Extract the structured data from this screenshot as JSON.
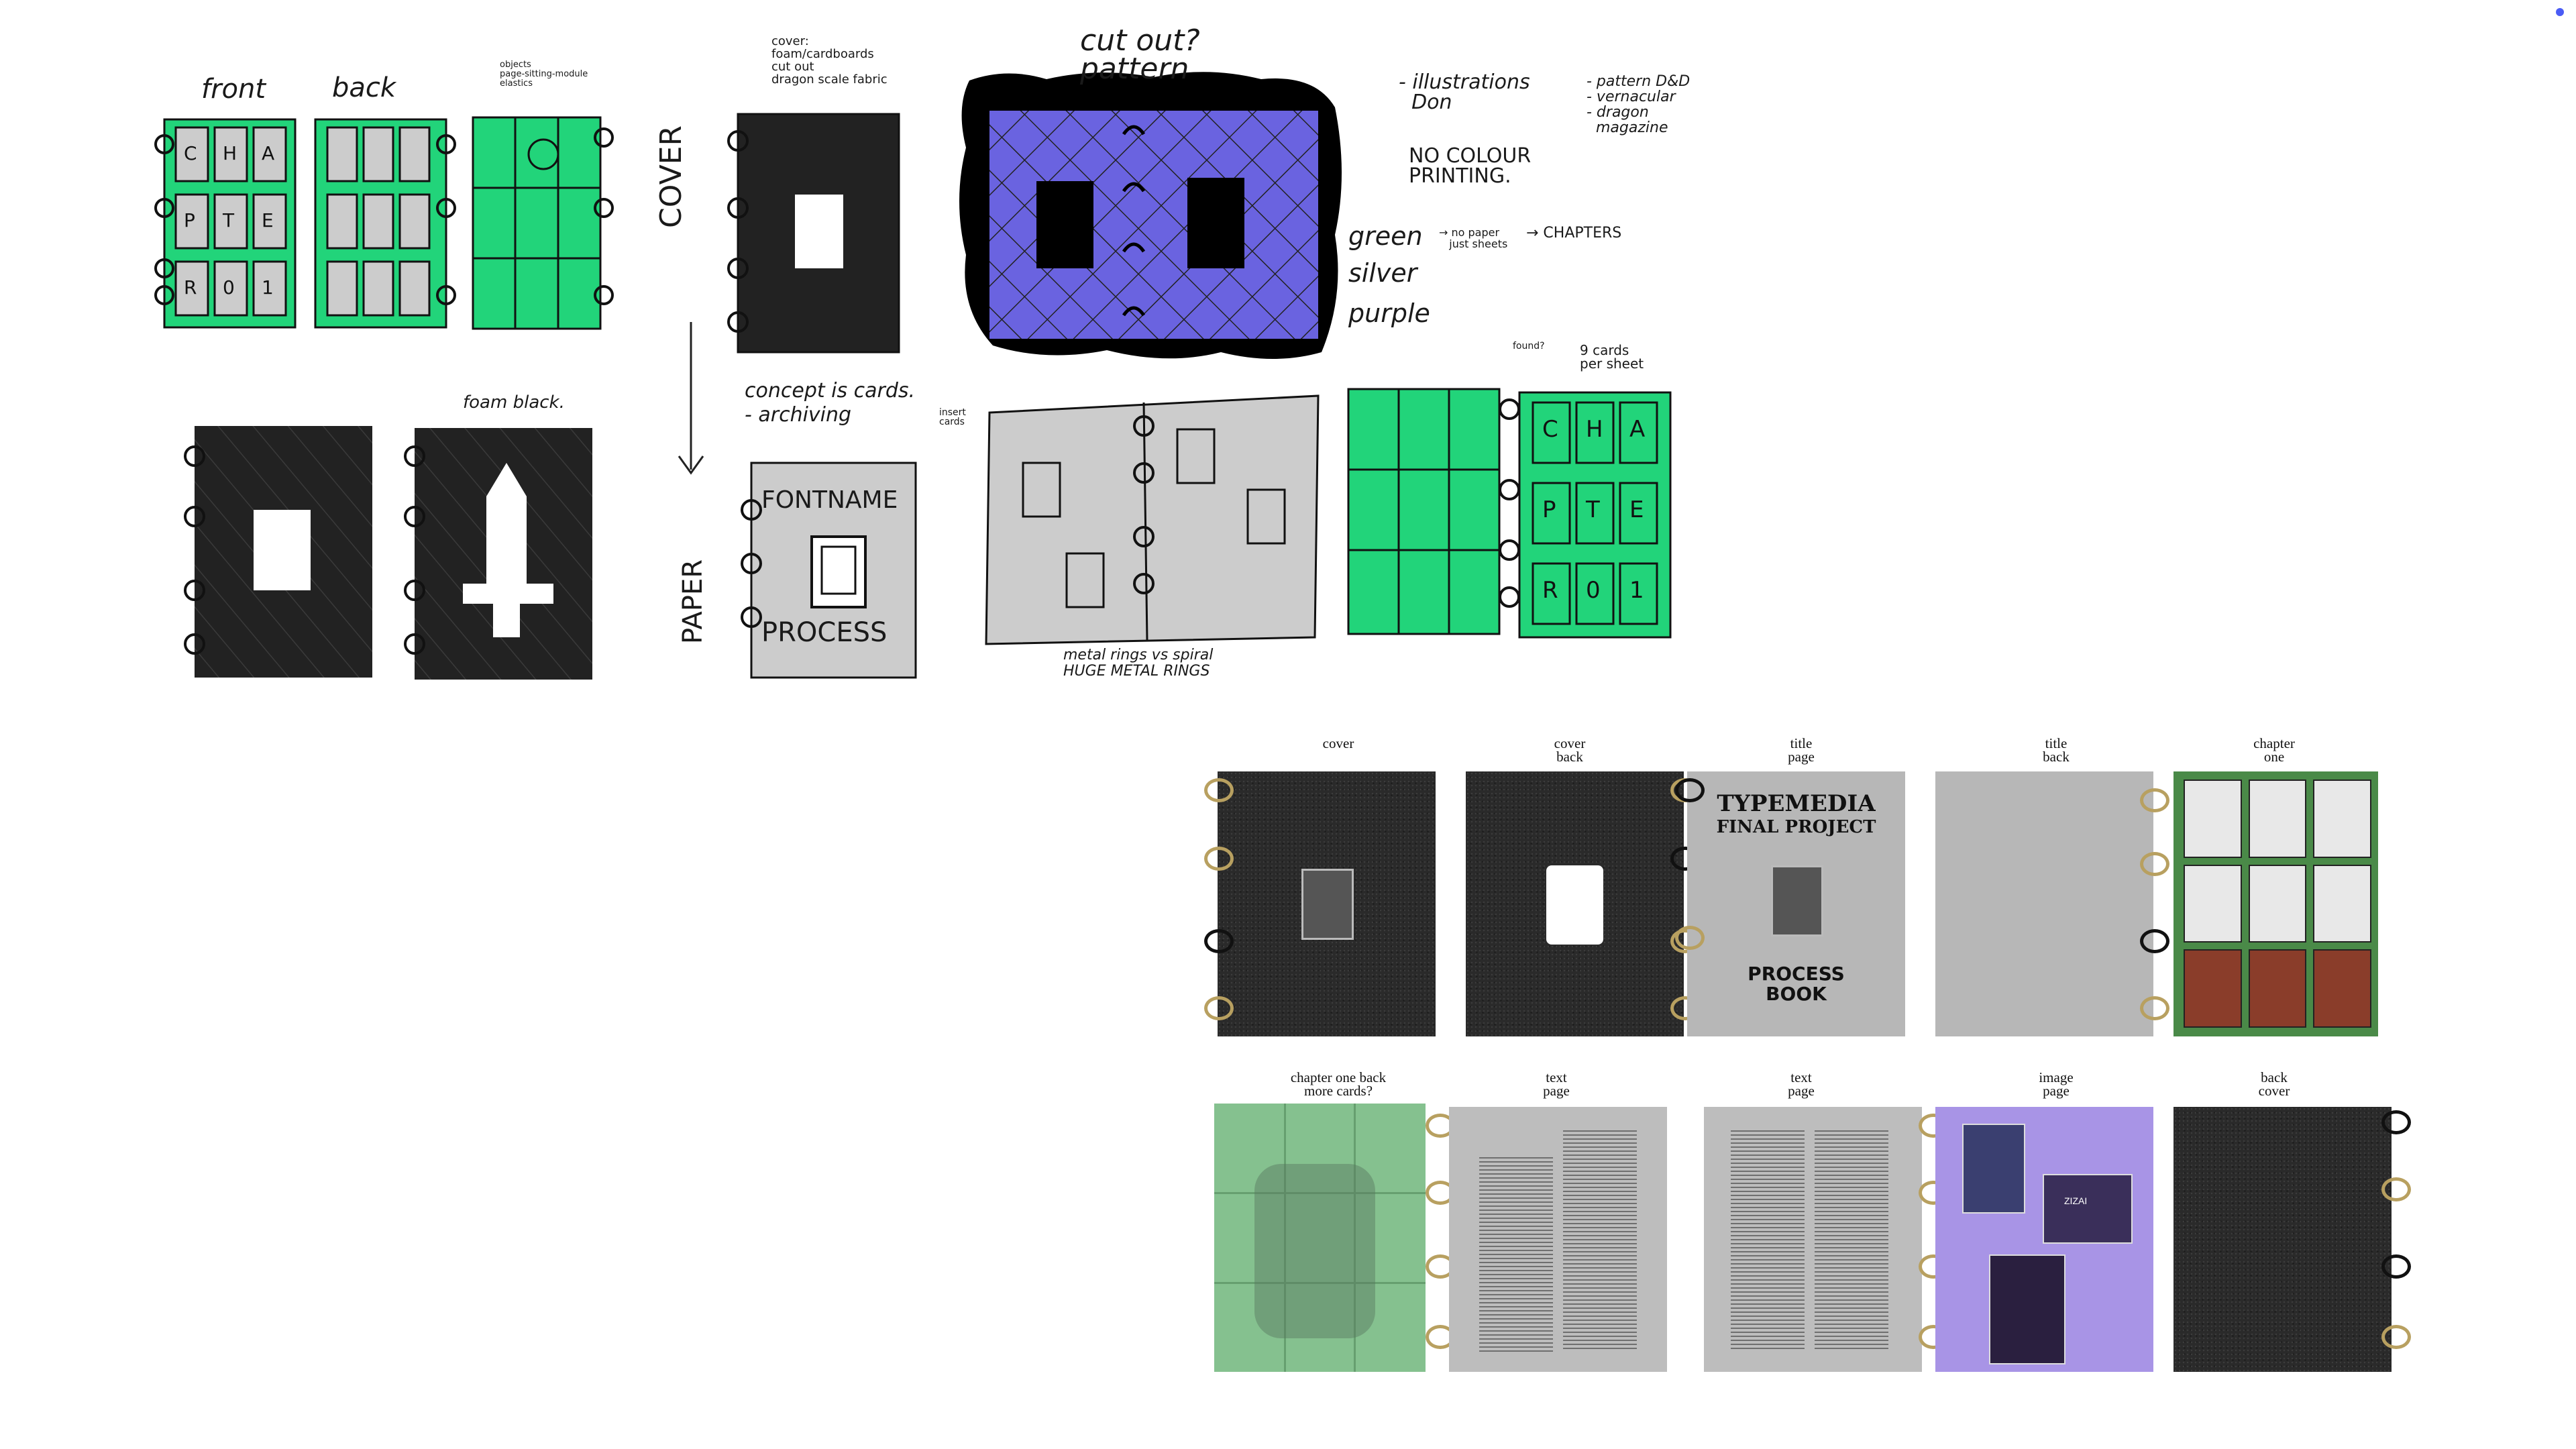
{
  "app": {
    "indicator": "status-dot"
  },
  "sketches": {
    "top_labels": {
      "front": "front",
      "back": "back",
      "objects": "objects\npage-sitting-module\nelastics"
    },
    "cover_note": "cover:\nfoam/cardboards\ncut out\ndragon scale fabric",
    "cut_out": "cut out?\npattern",
    "illustrations": "- illustrations\n  Don",
    "no_colour": "NO COLOUR\nPRINTING.",
    "pattern_list": "- pattern D&D\n- vernacular\n- dragon\n  magazine",
    "colors": {
      "green": "green",
      "silver": "silver",
      "purple": "purple",
      "green_note": "→ no paper\n   just sheets",
      "chapters": "→ CHAPTERS"
    },
    "cover_vertical": "COVER",
    "paper_vertical": "PAPER",
    "foam_black": "foam black.",
    "concept": "concept is cards.\n- archiving",
    "fontname": "FONTNAME",
    "process": "PROCESS",
    "insert_cards": "insert\ncards",
    "metal_rings": "metal rings vs spiral\nHUGE METAL RINGS",
    "found": "found?",
    "nine_cards": "9 cards\nper sheet",
    "chapter_letters": [
      "C",
      "H",
      "A",
      "P",
      "T",
      "E",
      "R",
      "0",
      "1"
    ]
  },
  "mockups": {
    "row1": [
      {
        "label_lines": [
          "cover"
        ]
      },
      {
        "label_lines": [
          "cover",
          "back"
        ]
      },
      {
        "label_lines": [
          "title",
          "page"
        ]
      },
      {
        "label_lines": [
          "title",
          "back"
        ]
      },
      {
        "label_lines": [
          "chapter",
          "one"
        ]
      }
    ],
    "row2": [
      {
        "label_lines": [
          "chapter one back",
          "more cards?"
        ]
      },
      {
        "label_lines": [
          "text",
          "page"
        ]
      },
      {
        "label_lines": [
          "text",
          "page"
        ]
      },
      {
        "label_lines": [
          "image",
          "page"
        ]
      },
      {
        "label_lines": [
          "back",
          "cover"
        ]
      }
    ],
    "title_page": {
      "line1": "TYPEMEDIA",
      "line2": "FINAL PROJECT",
      "line3": "PROCESS",
      "line4": "BOOK"
    },
    "image_page": {
      "screen_text": "ZIZAI"
    }
  },
  "colors": {
    "green": "#22d47a",
    "purple": "#6a63e0",
    "light_purple": "#a894e6",
    "sheet_green": "#4a8a48"
  }
}
